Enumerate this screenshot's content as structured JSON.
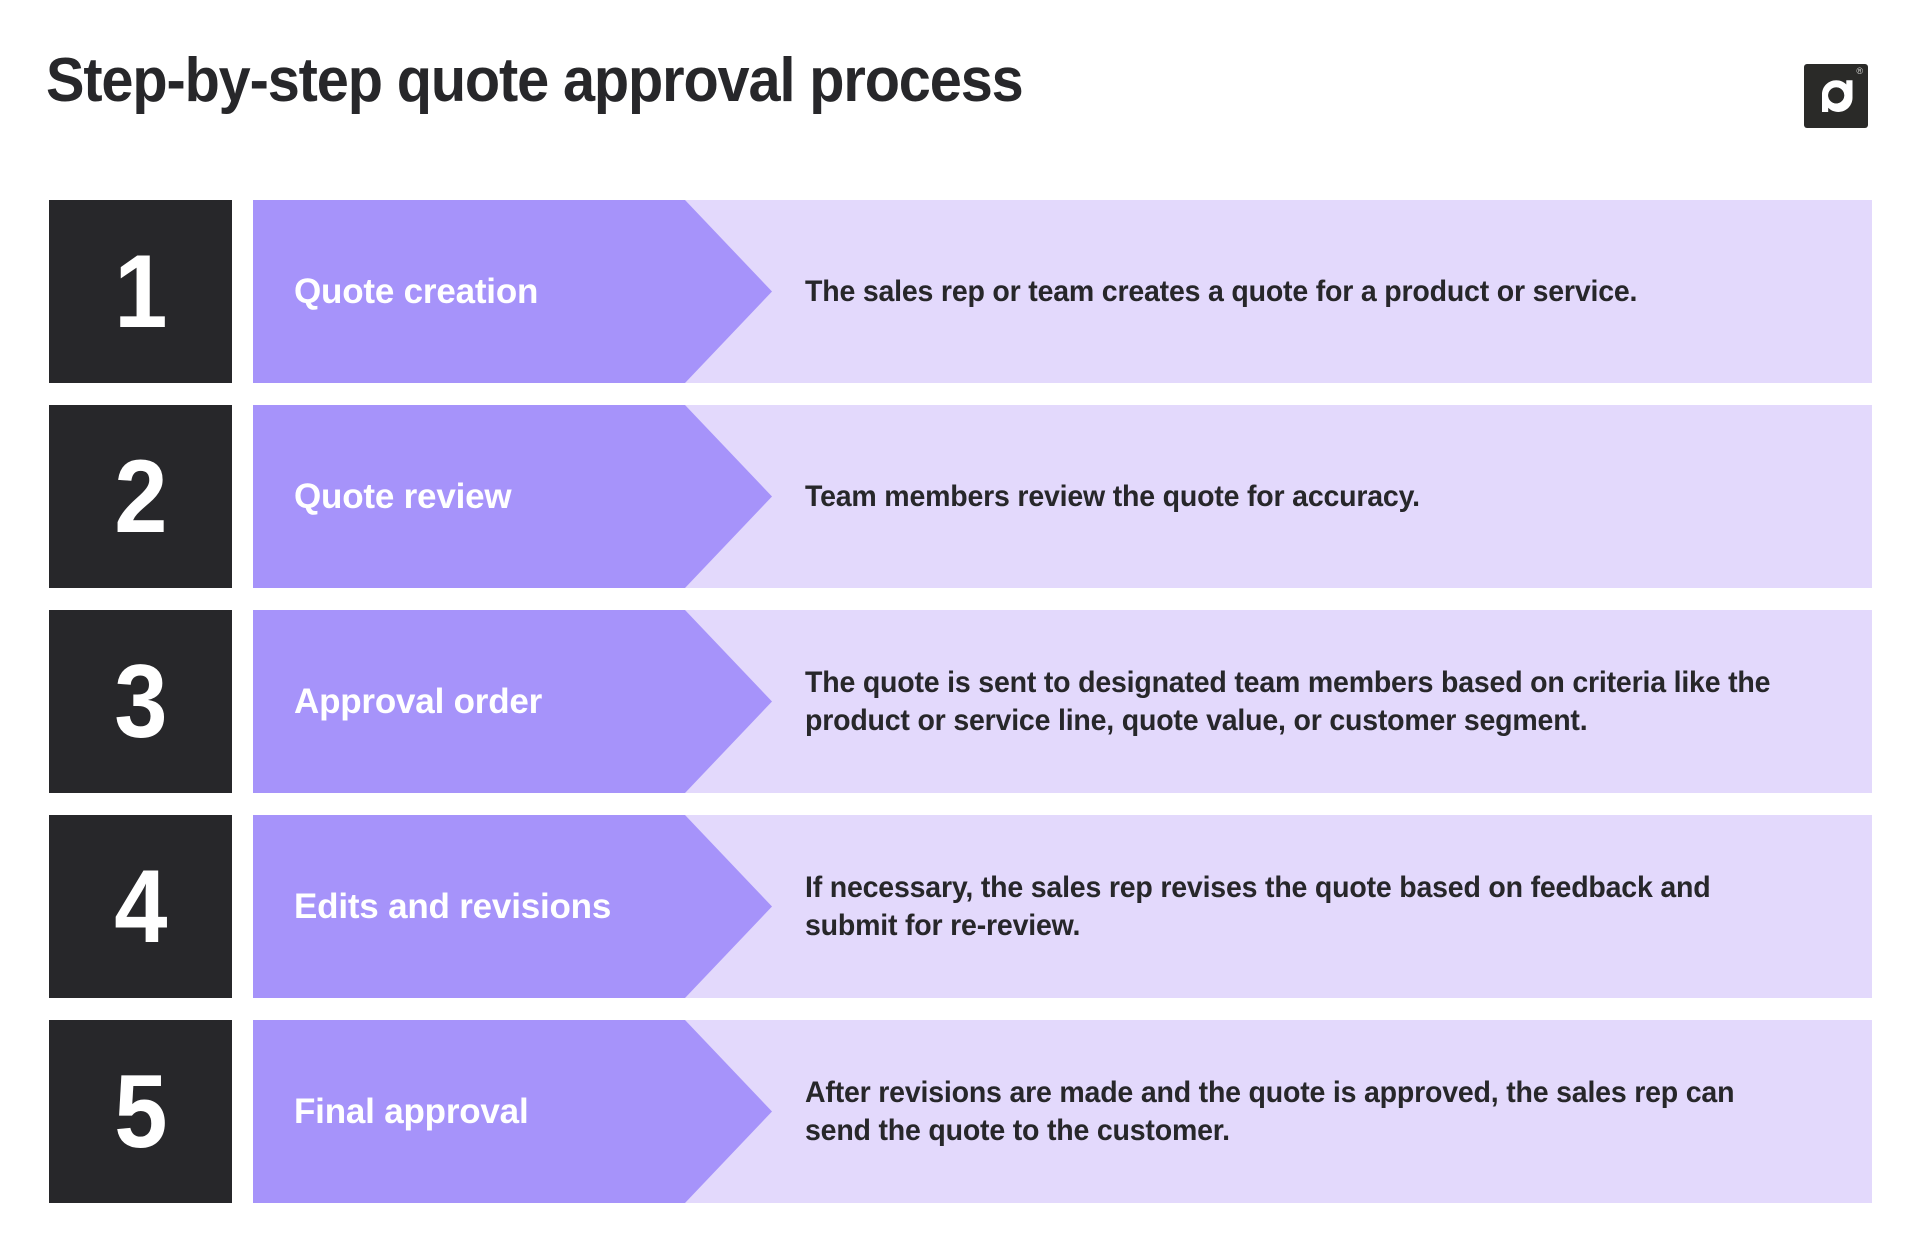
{
  "header": {
    "title": "Step-by-step quote approval process",
    "logo": {
      "name": "pandadoc-logo",
      "monogram": "pd",
      "registered_mark": "®"
    }
  },
  "colors": {
    "background": "#FFFFFF",
    "dark_box": "#27272A",
    "chevron_purple": "#A693FA",
    "band_light_purple": "#E3D9FC",
    "title_text": "#27272A",
    "label_text": "#FFFFFF",
    "description_text": "#27272A"
  },
  "steps": [
    {
      "number": "1",
      "label": "Quote creation",
      "description": "The sales rep or team creates a quote for a product or service."
    },
    {
      "number": "2",
      "label": "Quote review",
      "description": "Team members review the quote for accuracy."
    },
    {
      "number": "3",
      "label": "Approval order",
      "description": "The quote is sent to designated team members based on criteria like the product or service line, quote value, or customer segment."
    },
    {
      "number": "4",
      "label": "Edits and revisions",
      "description": "If necessary, the sales rep revises the quote based on feedback and submit for re-review."
    },
    {
      "number": "5",
      "label": "Final approval",
      "description": "After revisions are made and the quote is approved, the sales rep can send the quote to the customer."
    }
  ]
}
